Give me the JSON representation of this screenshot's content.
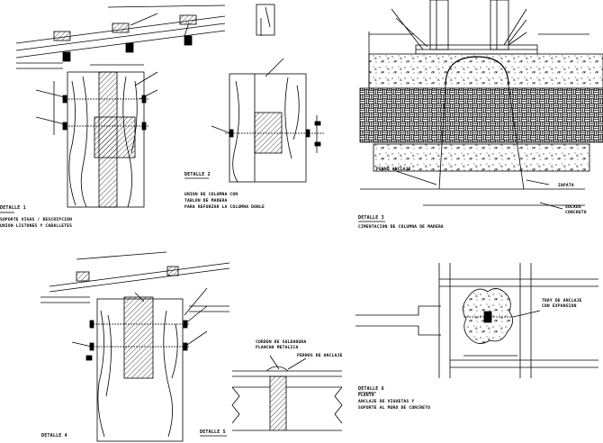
{
  "colors": {
    "ink": "#000000",
    "paper": "#ffffff"
  },
  "detail_1": {
    "title": "DETALLE 1",
    "caption_line1": "SOPORTE VIGAS / DESCRIPCION",
    "caption_line2": "UNION LISTONES Y CABALLETES"
  },
  "detail_2": {
    "title": "DETALLE 2",
    "caption_line1": "UNION DE COLUMNA CON",
    "caption_line2": "TABLON DE MADERA",
    "caption_line3": "PARA REFORZAR LA COLUMNA DOBLE"
  },
  "detail_3": {
    "title": "DETALLE 3",
    "caption": "CIMENTACION DE COLUMNA DE MADERA",
    "note_rebar": "PERNO ANCLAJE",
    "note_footing": "ZAPATA",
    "note_base": "SOLADO",
    "note_base2": "CONCRETO"
  },
  "detail_4": {
    "title": "DETALLE 4"
  },
  "detail_5": {
    "title": "DETALLE 5",
    "note_top": "CORDON DE SOLDADURA",
    "note_top2": "PLANCHA METALICA",
    "note_plate": "PERNOS DE ANCLAJE"
  },
  "detail_6": {
    "title": "DETALLE 6",
    "caption_line1": "PLANTA",
    "caption_line2": "ANCLAJE DE VIGUETAS Y",
    "caption_line3": "SOPORTE AL MURO DE CONCRETO",
    "note_bolt": "TRAY DE ANCLAJE",
    "note_bolt2": "CON EXPANSION"
  }
}
